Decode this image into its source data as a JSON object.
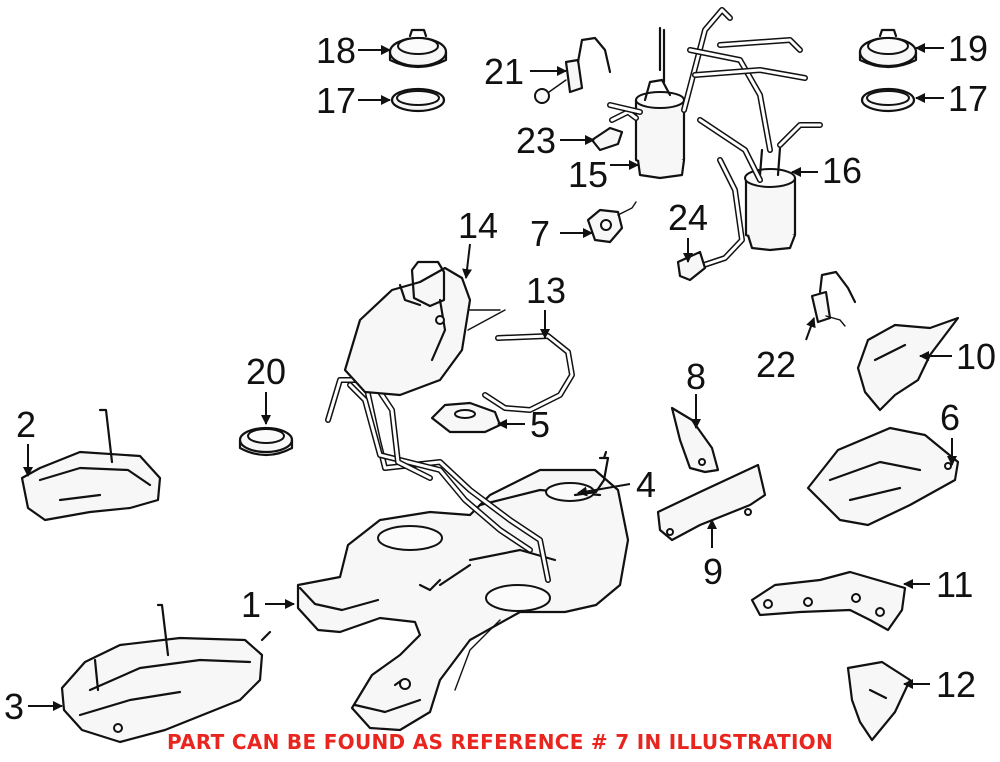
{
  "callouts": [
    "1",
    "2",
    "3",
    "4",
    "5",
    "6",
    "7",
    "8",
    "9",
    "10",
    "11",
    "12",
    "13",
    "14",
    "15",
    "16",
    "17",
    "17",
    "18",
    "19",
    "20",
    "21",
    "22",
    "23",
    "24"
  ],
  "note": {
    "text": "PART CAN BE FOUND AS REFERENCE # 7 IN ILLUSTRATION",
    "color": "#e8261f"
  }
}
